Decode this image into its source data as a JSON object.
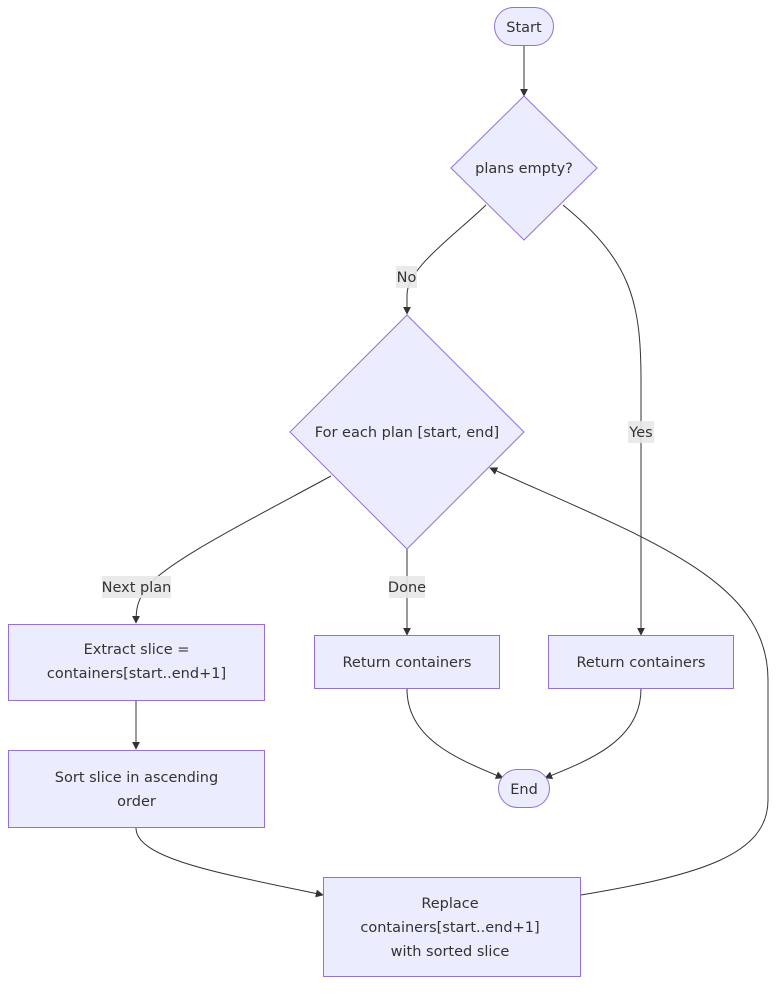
{
  "nodes": {
    "start": "Start",
    "plans_empty": "plans empty?",
    "for_each": "For each plan [start, end]",
    "extract_line1": "Extract slice =",
    "extract_line2": "containers[start..end+1]",
    "sort_line1": "Sort slice in ascending",
    "sort_line2": "order",
    "replace_line1": "Replace",
    "replace_line2": "containers[start..end+1]",
    "replace_line3": "with sorted slice",
    "return_done": "Return containers",
    "return_yes": "Return containers",
    "end": "End"
  },
  "edge_labels": {
    "no": "No",
    "yes": "Yes",
    "next_plan": "Next plan",
    "done": "Done"
  },
  "colors": {
    "node_fill": "#ECECFF",
    "node_stroke": "#9370DB",
    "edge": "#333333",
    "label_bg": "#e8e8e8"
  }
}
